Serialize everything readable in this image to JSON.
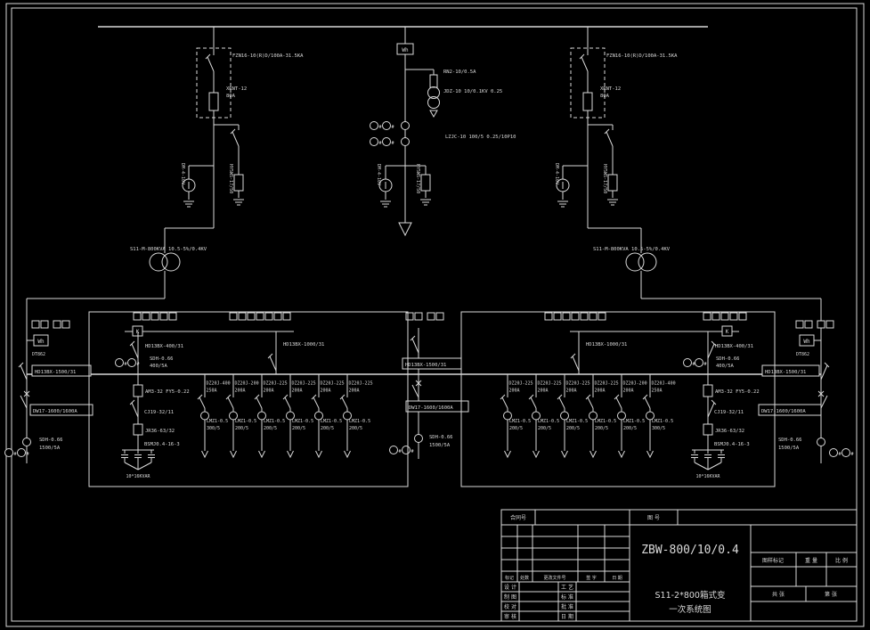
{
  "sym": {
    "hash": "#"
  },
  "hv": {
    "left": {
      "switch": "FZN16-10(R)D/100A-31.5KA",
      "fuse": "XRNT-12",
      "fuse_a": "80A",
      "indicator": "DM-4-10V",
      "arrester": "HY5WS-17/50",
      "transformer": "S11-M-800KVA 10.5-5%/0.4KV"
    },
    "met": {
      "meter": "Wh",
      "pt_fuse": "RN2-10/0.5A",
      "pt": "JDZ-10 10/0.1KV 0.25",
      "ct": "LZJC-10 100/5 0.25/10P10",
      "indicator": "DM-4-10V",
      "arrester": "HY5WS-17/50"
    },
    "right": {
      "switch": "FZN16-10(R)D/100A-31.5KA",
      "fuse": "XRNT-12",
      "fuse_a": "80A",
      "indicator": "DM-4-10V",
      "arrester": "HY5WS-17/50",
      "transformer": "S11-M-800KVA 10.5-5%/0.4KV"
    }
  },
  "lv": {
    "in_left": {
      "meter": "Wh",
      "model": "DT862",
      "switch": "HD13BX-1500/31",
      "breaker": "DW17-1600/1600A",
      "ct1": "SDH-0.66",
      "ct2": "1500/5A"
    },
    "tie": {
      "switch": "HD13BX-1500/31",
      "breaker": "DW17-1600/1600A",
      "ct1": "SDH-0.66",
      "ct2": "1500/5A"
    },
    "in_right": {
      "meter": "Wh",
      "model": "DT862",
      "switch": "HD13BX-1500/31",
      "breaker": "DW17-1600/1600A",
      "ct1": "SDH-0.66",
      "ct2": "1500/5A"
    },
    "pl": {
      "k": "K",
      "main": "HD13BX-1000/31",
      "cap": {
        "switch": "HD13BX-400/31",
        "ct1": "SDH-0.66",
        "ct2": "400/5A",
        "protector": "AM3-32 FY5-0.22",
        "contactor": "CJ19-32/11",
        "relay": "JR36-63/32",
        "bank": "BSMJ0.4-16-3",
        "rating": "10*16KVAR"
      },
      "feeders": [
        {
          "m": "DZ20J-400",
          "a": "250A",
          "ct": "LMZ1-0.5",
          "r": "300/5"
        },
        {
          "m": "DZ20J-200",
          "a": "200A",
          "ct": "LMZ1-0.5",
          "r": "200/5"
        },
        {
          "m": "DZ20J-225",
          "a": "200A",
          "ct": "LMZ1-0.5",
          "r": "200/5"
        },
        {
          "m": "DZ20J-225",
          "a": "200A",
          "ct": "LMZ1-0.5",
          "r": "200/5"
        },
        {
          "m": "DZ20J-225",
          "a": "200A",
          "ct": "LMZ1-0.5",
          "r": "200/5"
        },
        {
          "m": "DZ20J-225",
          "a": "200A",
          "ct": "LMZ1-0.5",
          "r": "200/5"
        }
      ]
    },
    "pr": {
      "k": "K",
      "main": "HD13BX-1000/31",
      "cap": {
        "switch": "HD13BX-400/31",
        "ct1": "SDH-0.66",
        "ct2": "400/5A",
        "protector": "AM3-32 FY5-0.22",
        "contactor": "CJ19-32/11",
        "relay": "JR36-63/32",
        "bank": "BSMJ0.4-16-3",
        "rating": "10*16KVAR"
      },
      "feeders": [
        {
          "m": "DZ20J-225",
          "a": "200A",
          "ct": "LMZ1-0.5",
          "r": "200/5"
        },
        {
          "m": "DZ20J-225",
          "a": "200A",
          "ct": "LMZ1-0.5",
          "r": "200/5"
        },
        {
          "m": "DZ20J-225",
          "a": "200A",
          "ct": "LMZ1-0.5",
          "r": "200/5"
        },
        {
          "m": "DZ20J-225",
          "a": "200A",
          "ct": "LMZ1-0.5",
          "r": "200/5"
        },
        {
          "m": "DZ20J-200",
          "a": "200A",
          "ct": "LMZ1-0.5",
          "r": "200/5"
        },
        {
          "m": "DZ20J-400",
          "a": "250A",
          "ct": "LMZ1-0.5",
          "r": "300/5"
        }
      ]
    }
  },
  "tb": {
    "contract": "合同号",
    "dwg_no": "图  号",
    "model": "ZBW-800/10/0.4",
    "rev": [
      "标记",
      "处数",
      "更改文件号",
      "签 字",
      "日 期"
    ],
    "roles_l": [
      "设 计",
      "制 图",
      "校 对",
      "审 核"
    ],
    "roles_r": [
      "工 艺",
      "标 准",
      "批 准",
      "日 期"
    ],
    "name1": "S11-2*800箱式变",
    "name2": "一次系统图",
    "mark": "图样标记",
    "weight": "重 量",
    "scale": "比 例",
    "total": "共  张",
    "sheet": "第  张"
  }
}
